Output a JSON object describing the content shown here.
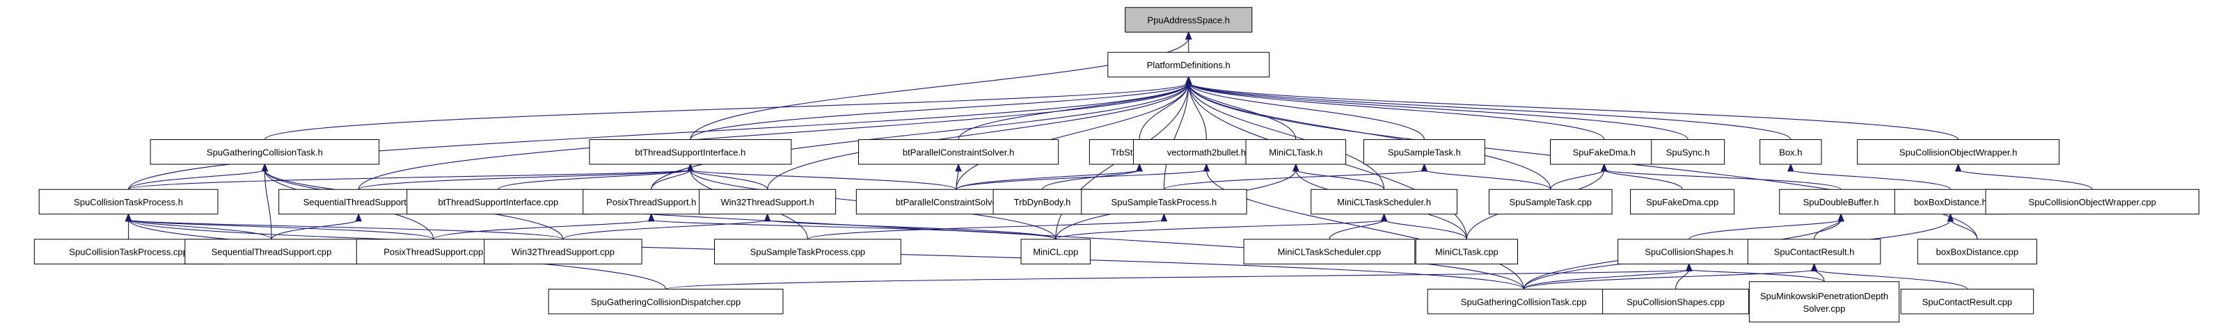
{
  "diagram": {
    "colors": {
      "node_fill": "#ffffff",
      "root_fill": "#bfbfbf",
      "node_border": "#000000",
      "edge": "#191970"
    },
    "root": "PpuAddressSpace.h",
    "nodes": [
      "PpuAddressSpace.h",
      "PlatformDefinitions.h",
      "SpuGatheringCollisionTask.h",
      "btThreadSupportInterface.h",
      "btParallelConstraintSolver.h",
      "TrbStateVec.h",
      "vectormath2bullet.h",
      "MiniCLTask.h",
      "SpuSampleTask.h",
      "SpuFakeDma.h",
      "SpuSync.h",
      "Box.h",
      "SpuCollisionObjectWrapper.h",
      "SpuCollisionTaskProcess.h",
      "SequentialThreadSupport.h",
      "btThreadSupportInterface.cpp",
      "PosixThreadSupport.h",
      "Win32ThreadSupport.h",
      "btParallelConstraintSolver.cpp",
      "TrbDynBody.h",
      "SpuSampleTaskProcess.h",
      "MiniCLTaskScheduler.h",
      "SpuSampleTask.cpp",
      "SpuFakeDma.cpp",
      "SpuDoubleBuffer.h",
      "boxBoxDistance.h",
      "SpuCollisionObjectWrapper.cpp",
      "SpuCollisionTaskProcess.cpp",
      "SequentialThreadSupport.cpp",
      "PosixThreadSupport.cpp",
      "Win32ThreadSupport.cpp",
      "SpuSampleTaskProcess.cpp",
      "MiniCL.cpp",
      "MiniCLTaskScheduler.cpp",
      "MiniCLTask.cpp",
      "SpuCollisionShapes.h",
      "SpuContactResult.h",
      "boxBoxDistance.cpp",
      "SpuGatheringCollisionDispatcher.cpp",
      "SpuGatheringCollisionTask.cpp",
      "SpuCollisionShapes.cpp",
      "SpuMinkowskiPenetrationDepthSolver.cpp",
      "SpuContactResult.cpp"
    ],
    "edges": [
      [
        "PpuAddressSpace.h",
        "PlatformDefinitions.h"
      ],
      [
        "PpuAddressSpace.h",
        "btThreadSupportInterface.h"
      ],
      [
        "PlatformDefinitions.h",
        "SpuGatheringCollisionTask.h"
      ],
      [
        "PlatformDefinitions.h",
        "btThreadSupportInterface.h"
      ],
      [
        "PlatformDefinitions.h",
        "btParallelConstraintSolver.h"
      ],
      [
        "PlatformDefinitions.h",
        "TrbStateVec.h"
      ],
      [
        "PlatformDefinitions.h",
        "vectormath2bullet.h"
      ],
      [
        "PlatformDefinitions.h",
        "MiniCLTask.h"
      ],
      [
        "PlatformDefinitions.h",
        "SpuSampleTask.h"
      ],
      [
        "PlatformDefinitions.h",
        "SpuFakeDma.h"
      ],
      [
        "PlatformDefinitions.h",
        "SpuSync.h"
      ],
      [
        "PlatformDefinitions.h",
        "Box.h"
      ],
      [
        "PlatformDefinitions.h",
        "SpuCollisionObjectWrapper.h"
      ],
      [
        "PlatformDefinitions.h",
        "SpuCollisionTaskProcess.h"
      ],
      [
        "PlatformDefinitions.h",
        "SequentialThreadSupport.h"
      ],
      [
        "PlatformDefinitions.h",
        "PosixThreadSupport.h"
      ],
      [
        "PlatformDefinitions.h",
        "Win32ThreadSupport.h"
      ],
      [
        "PlatformDefinitions.h",
        "btParallelConstraintSolver.cpp"
      ],
      [
        "PlatformDefinitions.h",
        "SpuSampleTaskProcess.h"
      ],
      [
        "PlatformDefinitions.h",
        "MiniCLTaskScheduler.h"
      ],
      [
        "PlatformDefinitions.h",
        "SpuSampleTask.cpp"
      ],
      [
        "PlatformDefinitions.h",
        "MiniCL.cpp"
      ],
      [
        "PlatformDefinitions.h",
        "MiniCLTask.cpp"
      ],
      [
        "PlatformDefinitions.h",
        "boxBoxDistance.cpp"
      ],
      [
        "SpuGatheringCollisionTask.h",
        "SpuCollisionTaskProcess.h"
      ],
      [
        "SpuGatheringCollisionTask.h",
        "SequentialThreadSupport.cpp"
      ],
      [
        "SpuGatheringCollisionTask.h",
        "PosixThreadSupport.cpp"
      ],
      [
        "SpuGatheringCollisionTask.h",
        "Win32ThreadSupport.cpp"
      ],
      [
        "SpuGatheringCollisionTask.h",
        "SpuGatheringCollisionTask.cpp"
      ],
      [
        "btThreadSupportInterface.h",
        "SpuCollisionTaskProcess.h"
      ],
      [
        "btThreadSupportInterface.h",
        "SequentialThreadSupport.h"
      ],
      [
        "btThreadSupportInterface.h",
        "btThreadSupportInterface.cpp"
      ],
      [
        "btThreadSupportInterface.h",
        "PosixThreadSupport.h"
      ],
      [
        "btThreadSupportInterface.h",
        "Win32ThreadSupport.h"
      ],
      [
        "btThreadSupportInterface.h",
        "btParallelConstraintSolver.cpp"
      ],
      [
        "btThreadSupportInterface.h",
        "SpuSampleTaskProcess.cpp"
      ],
      [
        "btThreadSupportInterface.h",
        "MiniCL.cpp"
      ],
      [
        "btParallelConstraintSolver.h",
        "btParallelConstraintSolver.cpp"
      ],
      [
        "TrbStateVec.h",
        "btParallelConstraintSolver.cpp"
      ],
      [
        "TrbStateVec.h",
        "TrbDynBody.h"
      ],
      [
        "vectormath2bullet.h",
        "btParallelConstraintSolver.cpp"
      ],
      [
        "vectormath2bullet.h",
        "SpuGatheringCollisionTask.cpp"
      ],
      [
        "MiniCLTask.h",
        "MiniCLTaskScheduler.h"
      ],
      [
        "MiniCLTask.h",
        "MiniCL.cpp"
      ],
      [
        "MiniCLTask.h",
        "MiniCLTask.cpp"
      ],
      [
        "SpuSampleTask.h",
        "SpuSampleTaskProcess.h"
      ],
      [
        "SpuSampleTask.h",
        "SpuSampleTask.cpp"
      ],
      [
        "SpuFakeDma.h",
        "SpuSampleTask.cpp"
      ],
      [
        "SpuFakeDma.h",
        "SpuFakeDma.cpp"
      ],
      [
        "SpuFakeDma.h",
        "SpuDoubleBuffer.h"
      ],
      [
        "SpuFakeDma.h",
        "MiniCLTask.cpp"
      ],
      [
        "Box.h",
        "boxBoxDistance.h"
      ],
      [
        "SpuCollisionObjectWrapper.h",
        "SpuCollisionObjectWrapper.cpp"
      ],
      [
        "SpuCollisionTaskProcess.h",
        "SpuCollisionTaskProcess.cpp"
      ],
      [
        "SpuCollisionTaskProcess.h",
        "SequentialThreadSupport.cpp"
      ],
      [
        "SpuCollisionTaskProcess.h",
        "PosixThreadSupport.cpp"
      ],
      [
        "SpuCollisionTaskProcess.h",
        "Win32ThreadSupport.cpp"
      ],
      [
        "SpuCollisionTaskProcess.h",
        "SpuGatheringCollisionDispatcher.cpp"
      ],
      [
        "SpuCollisionTaskProcess.h",
        "SpuGatheringCollisionTask.cpp"
      ],
      [
        "SequentialThreadSupport.h",
        "SequentialThreadSupport.cpp"
      ],
      [
        "PosixThreadSupport.h",
        "PosixThreadSupport.cpp"
      ],
      [
        "PosixThreadSupport.h",
        "MiniCL.cpp"
      ],
      [
        "Win32ThreadSupport.h",
        "Win32ThreadSupport.cpp"
      ],
      [
        "Win32ThreadSupport.h",
        "MiniCL.cpp"
      ],
      [
        "SpuSampleTaskProcess.h",
        "SpuSampleTaskProcess.cpp"
      ],
      [
        "MiniCLTaskScheduler.h",
        "MiniCL.cpp"
      ],
      [
        "MiniCLTaskScheduler.h",
        "MiniCLTaskScheduler.cpp"
      ],
      [
        "MiniCLTaskScheduler.h",
        "MiniCLTask.cpp"
      ],
      [
        "SpuDoubleBuffer.h",
        "SpuCollisionShapes.h"
      ],
      [
        "SpuDoubleBuffer.h",
        "SpuContactResult.h"
      ],
      [
        "SpuDoubleBuffer.h",
        "SpuGatheringCollisionTask.cpp"
      ],
      [
        "boxBoxDistance.h",
        "boxBoxDistance.cpp"
      ],
      [
        "boxBoxDistance.h",
        "SpuGatheringCollisionTask.cpp"
      ],
      [
        "SpuCollisionShapes.h",
        "SpuGatheringCollisionTask.cpp"
      ],
      [
        "SpuCollisionShapes.h",
        "SpuCollisionShapes.cpp"
      ],
      [
        "SpuCollisionShapes.h",
        "SpuMinkowskiPenetrationDepthSolver.cpp"
      ],
      [
        "SpuCollisionShapes.h",
        "SpuGatheringCollisionDispatcher.cpp"
      ],
      [
        "SpuContactResult.h",
        "SpuGatheringCollisionTask.cpp"
      ],
      [
        "SpuContactResult.h",
        "SpuMinkowskiPenetrationDepthSolver.cpp"
      ],
      [
        "SpuContactResult.h",
        "SpuContactResult.cpp"
      ]
    ]
  }
}
